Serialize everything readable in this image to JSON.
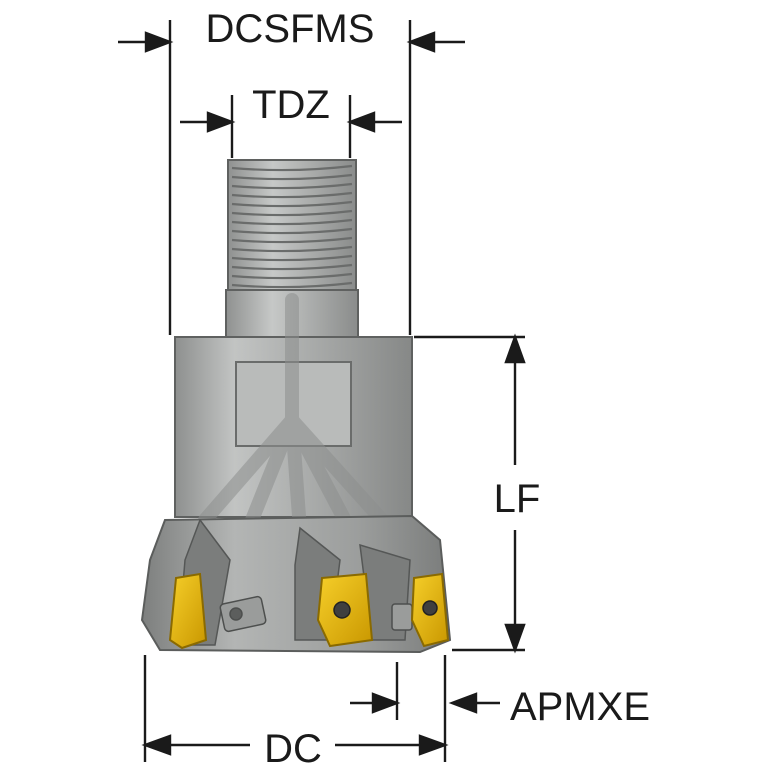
{
  "labels": {
    "dcsfms": "DCSFMS",
    "tdz": "TDZ",
    "lf": "LF",
    "apmxe": "APMXE",
    "dc": "DC"
  },
  "colors": {
    "ink": "#1a1a1a",
    "body_gray": "#a4a6a4",
    "body_dark": "#6f7170",
    "insert_yellow": "#e8b400"
  }
}
